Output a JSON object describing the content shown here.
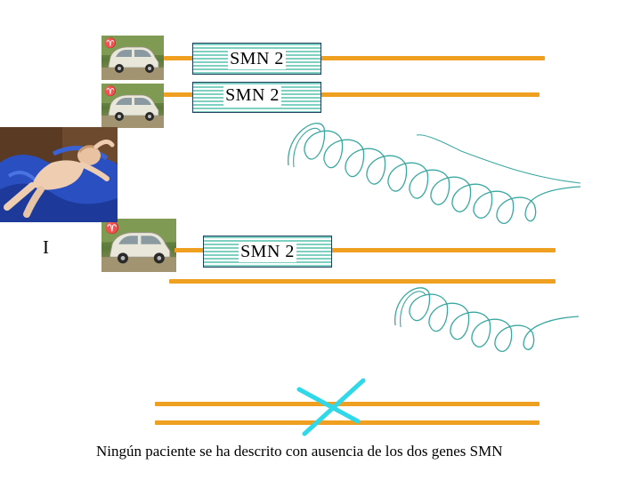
{
  "gene_label_1": "SMN 2",
  "gene_label_2": "SMN 2",
  "gene_label_3": "SMN 2",
  "marker_label": "I",
  "caption": "Ningún paciente se ha descrito con ausencia de los dos genes SMN",
  "colors": {
    "chromosome": "#f0a020",
    "gene_stripe": "#7fd0c0",
    "spring": "#3aa8a0",
    "cross": "#30d8e8"
  }
}
